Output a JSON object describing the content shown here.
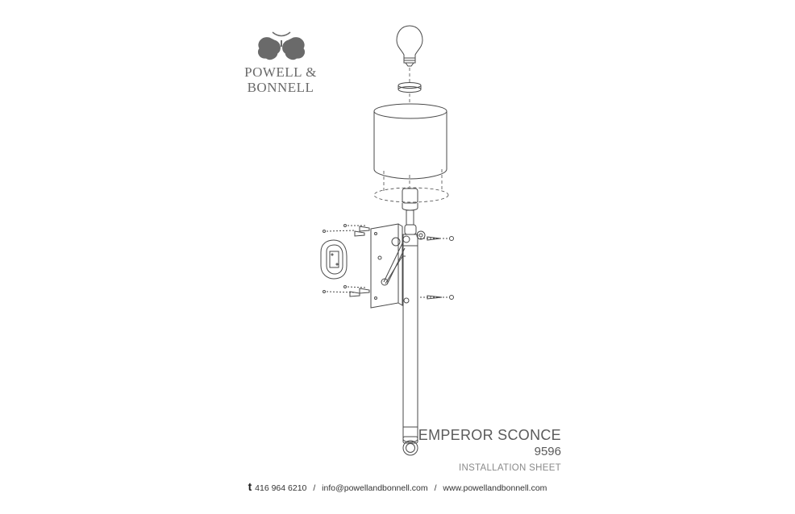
{
  "brand": {
    "line1": "POWELL &",
    "line2": "BONNELL",
    "logo": "acorn-leaves-logo"
  },
  "product": {
    "name": "EMPEROR SCONCE",
    "number": "9596",
    "sheet_type": "INSTALLATION SHEET"
  },
  "footer": {
    "phone_prefix": "t",
    "phone": "416 964 6210",
    "separator": "/",
    "email": "info@powellandbonnell.com",
    "website": "www.powellandbonnell.com"
  },
  "colors": {
    "line": "#4a4a4a",
    "logo": "#6a6a6a",
    "text": "#5a5a5a"
  }
}
